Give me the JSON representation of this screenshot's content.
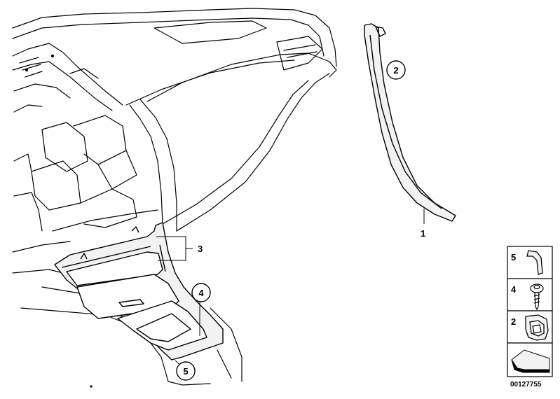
{
  "diagram": {
    "callouts": {
      "part_1": "1",
      "part_2": "2",
      "part_3": "3",
      "part_4": "4",
      "part_5": "5"
    },
    "legend": {
      "items": [
        {
          "number": "5",
          "icon": "clip-icon"
        },
        {
          "number": "4",
          "icon": "screw-icon"
        },
        {
          "number": "2",
          "icon": "clamp-icon"
        },
        {
          "number": "",
          "icon": "arrow-symbol-icon"
        }
      ],
      "image_number": "00127755"
    },
    "colors": {
      "line": "#000000",
      "background": "#ffffff",
      "trim_fill": "#f2f2f2"
    }
  }
}
